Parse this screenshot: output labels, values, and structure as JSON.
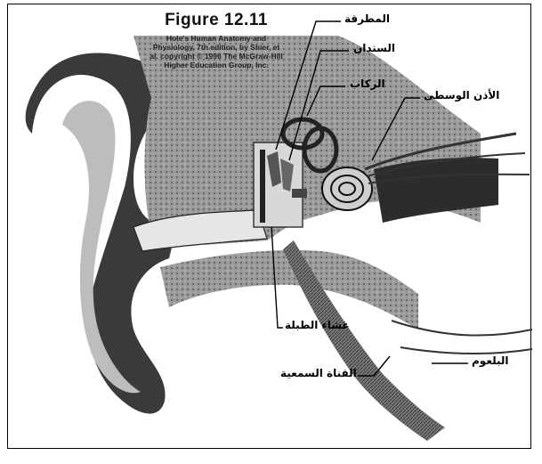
{
  "figure": {
    "title": "Figure 12.11",
    "credit": "Hole's Human Anatomy and Physiology, 7th edition, by Shier, et al. copyright © 1996 The McGraw-Hill Higher Education Group, Inc."
  },
  "labels": {
    "malleus": "المطرقة",
    "incus": "السندان",
    "stapes": "الركاب",
    "middle_ear": "الأذن الوسطى",
    "eardrum": "غشاء الطبلة",
    "pharynx": "البلعوم",
    "auditory_canal": "القناة السمعية"
  }
}
